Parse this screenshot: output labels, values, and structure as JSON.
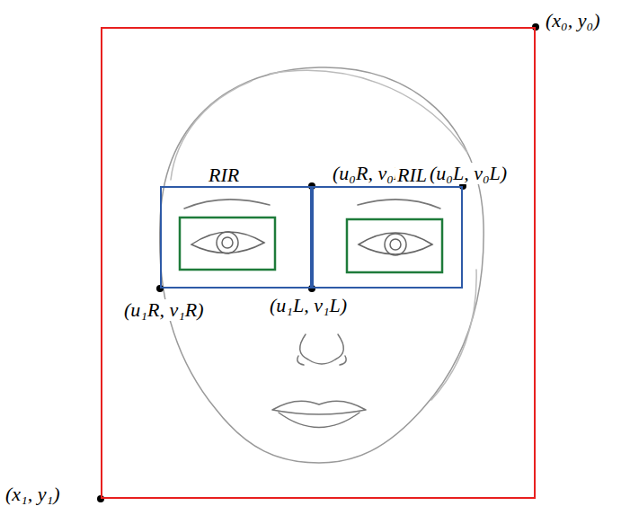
{
  "diagram": {
    "nodes": [
      {
        "text": [
          "(x₀, y₀)",
          "(x₁, y₁)"
        ]
      },
      {
        "text": [
          "RIR",
          "(u₀R, v₀R)",
          "(u₁R, v₁R)"
        ],
        "in": 0
      },
      {
        "text": [
          "RIL",
          "(u₀L, v₀L)",
          "(u₁L, v₁L)"
        ],
        "in": 0
      }
    ]
  }
}
